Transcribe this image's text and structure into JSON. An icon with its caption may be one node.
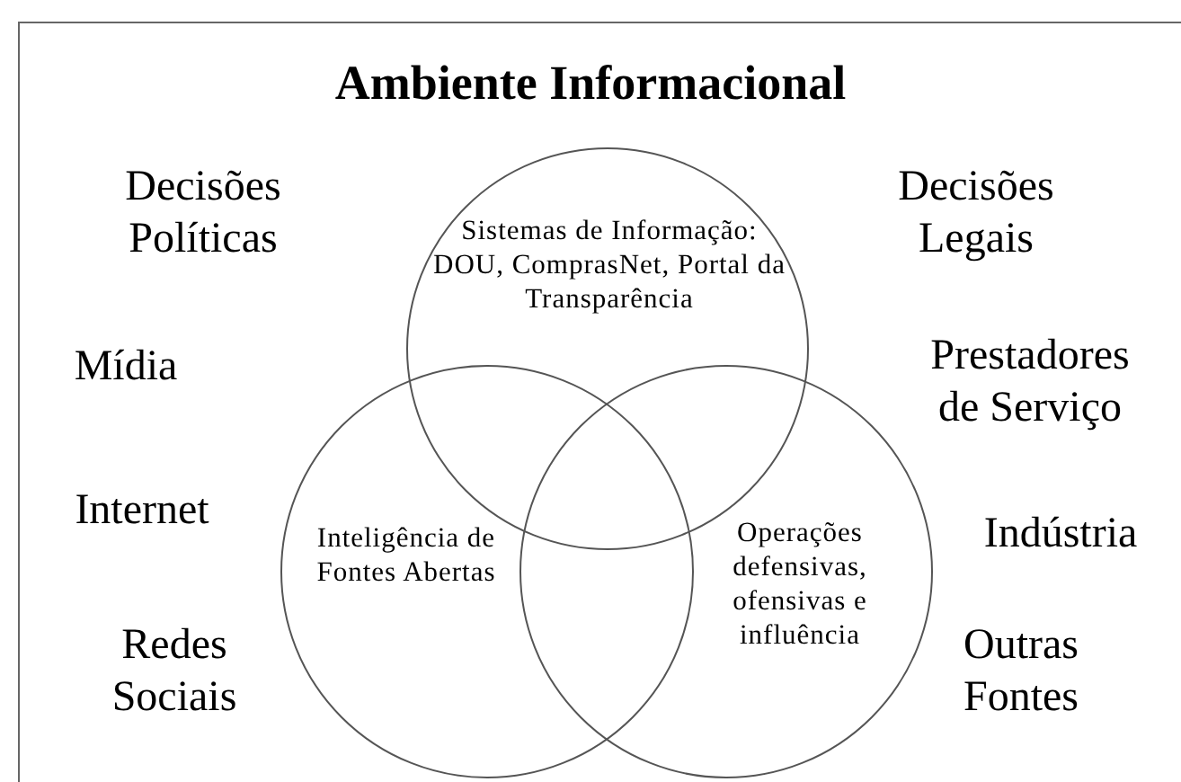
{
  "diagram": {
    "title": "Ambiente Informacional",
    "nodes": [
      {
        "text": [
          "Sistemas de Informação: DOU, ComprasNet, Portal da Transparência"
        ]
      },
      {
        "text": [
          "Inteligência de Fontes Abertas"
        ]
      },
      {
        "text": [
          "Operações defensivas, ofensivas e influência"
        ]
      }
    ],
    "labels": [
      "Decisões Políticas",
      "Decisões Legais",
      "Mídia",
      "Prestadores de Serviço",
      "Internet",
      "Indústria",
      "Redes Sociais",
      "Outras Fontes"
    ]
  }
}
